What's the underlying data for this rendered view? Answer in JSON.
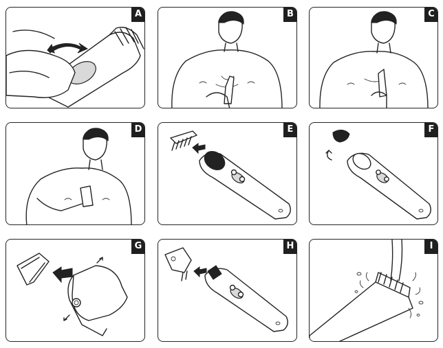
{
  "panels": [
    {
      "label": "A",
      "content": "hand adjusting trimmer comb wheel",
      "icon": "trimmer-adjust-illustration"
    },
    {
      "label": "B",
      "content": "man trimming chest hair",
      "icon": "chest-trim-illustration"
    },
    {
      "label": "C",
      "content": "man trimming chest hair close-up",
      "icon": "chest-trim-closeup-illustration"
    },
    {
      "label": "D",
      "content": "man trimming underarm",
      "icon": "underarm-trim-illustration"
    },
    {
      "label": "E",
      "content": "attaching comb to trimmer",
      "icon": "comb-attach-illustration"
    },
    {
      "label": "F",
      "content": "removing head attachment",
      "icon": "head-remove-illustration"
    },
    {
      "label": "G",
      "content": "removing blade cover",
      "icon": "blade-cover-illustration"
    },
    {
      "label": "H",
      "content": "attaching shaver head",
      "icon": "shaver-attach-illustration"
    },
    {
      "label": "I",
      "content": "rinsing trimmer under water",
      "icon": "rinse-illustration"
    }
  ]
}
